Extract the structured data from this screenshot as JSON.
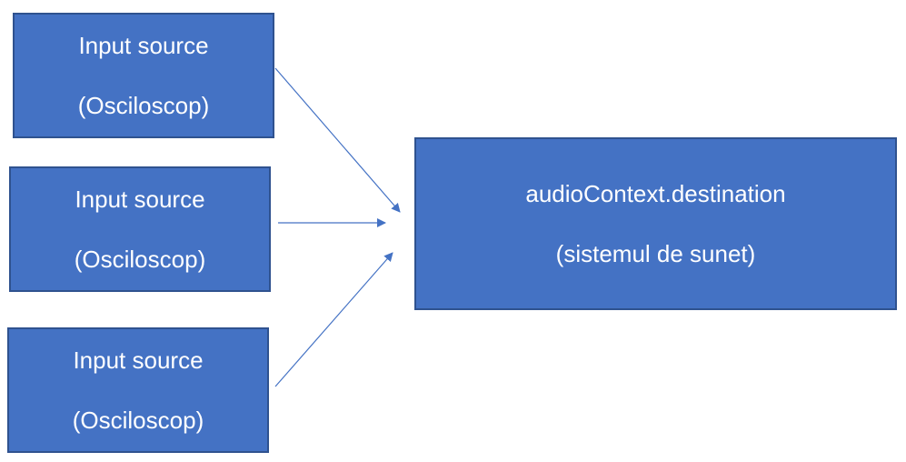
{
  "diagram": {
    "sources": [
      {
        "title": "Input source",
        "subtitle": "(Osciloscop)"
      },
      {
        "title": "Input source",
        "subtitle": "(Osciloscop)"
      },
      {
        "title": "Input source",
        "subtitle": "(Osciloscop)"
      }
    ],
    "destination": {
      "title": "audioContext.destination",
      "subtitle": "(sistemul de sunet)"
    },
    "colors": {
      "box_fill": "#4472c4",
      "box_border": "#2f528f",
      "arrow": "#4472c4",
      "text": "#ffffff"
    }
  }
}
